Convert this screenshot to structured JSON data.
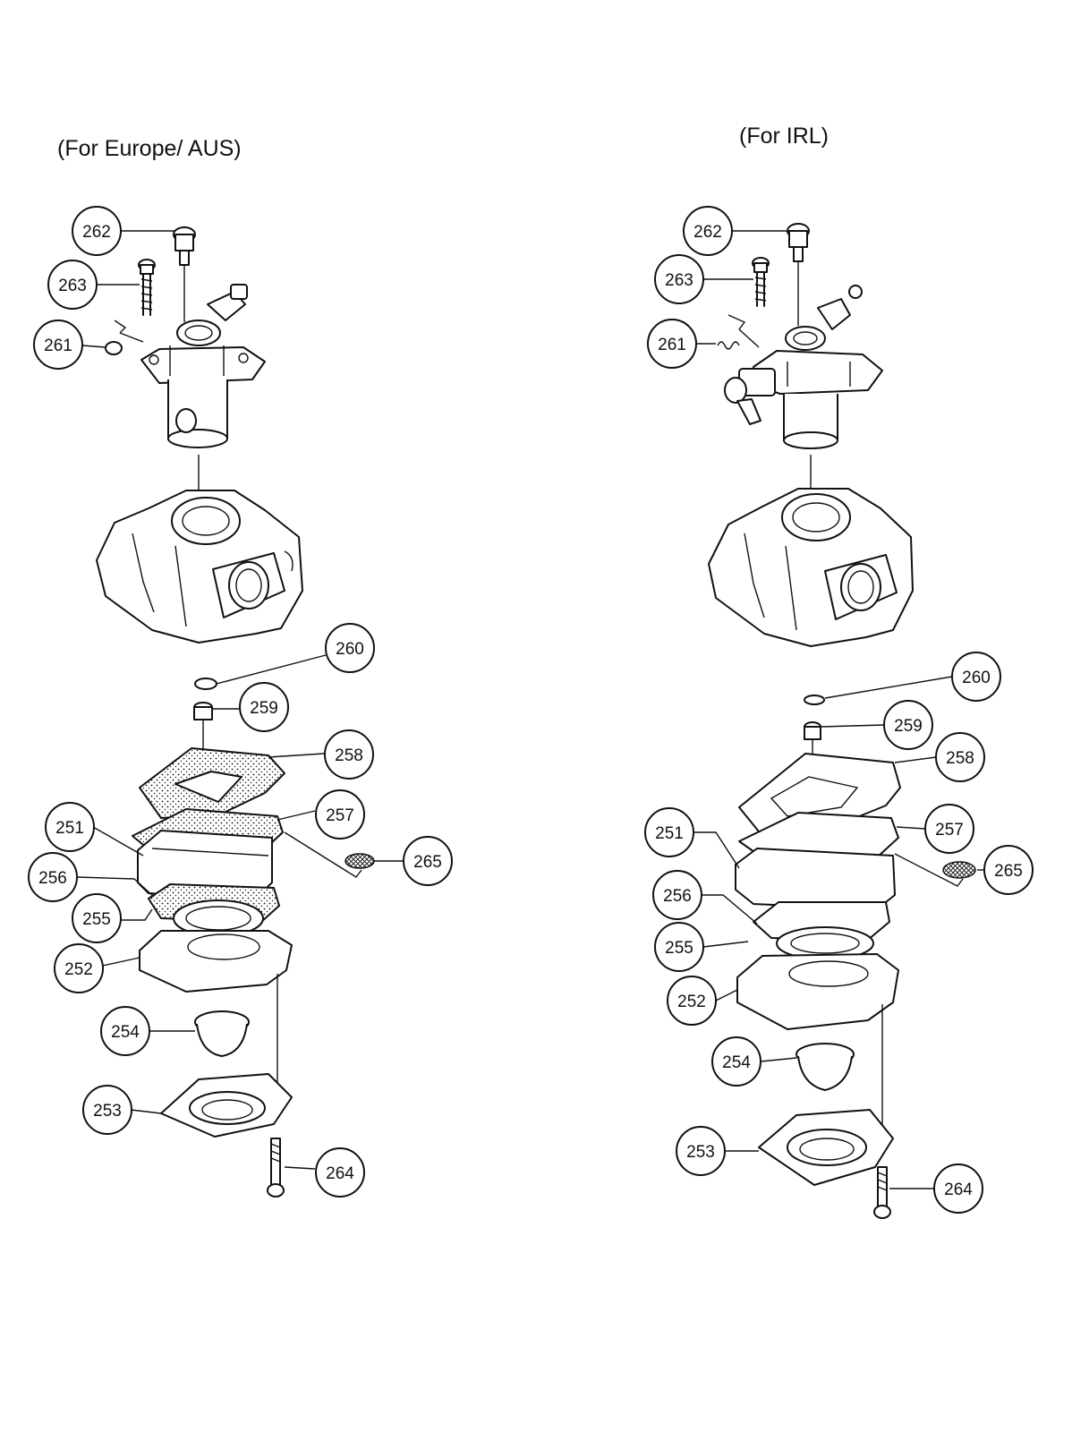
{
  "headings": {
    "left": "(For Europe/ AUS)",
    "right": "(For IRL)"
  },
  "left_callouts": [
    "262",
    "263",
    "261",
    "260",
    "259",
    "258",
    "257",
    "251",
    "265",
    "256",
    "255",
    "252",
    "254",
    "253",
    "264"
  ],
  "right_callouts": [
    "262",
    "263",
    "261",
    "260",
    "259",
    "258",
    "251",
    "257",
    "265",
    "256",
    "255",
    "252",
    "254",
    "253",
    "264"
  ]
}
